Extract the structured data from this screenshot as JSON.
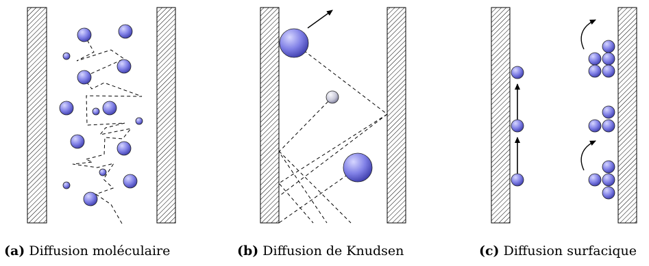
{
  "captions": {
    "a": {
      "letter": "(a)",
      "text": " Diffusion moléculaire"
    },
    "b": {
      "letter": "(b)",
      "text": " Diffusion de Knudsen"
    },
    "c": {
      "letter": "(c)",
      "text": " Diffusion surfacique"
    }
  },
  "colors": {
    "molecule_blue_light": "#c8c8ff",
    "molecule_blue_dark": "#4a4ab8",
    "molecule_gray_light": "#f4f4fa",
    "molecule_gray_dark": "#8888a8",
    "wall_hatch": "#000000"
  }
}
